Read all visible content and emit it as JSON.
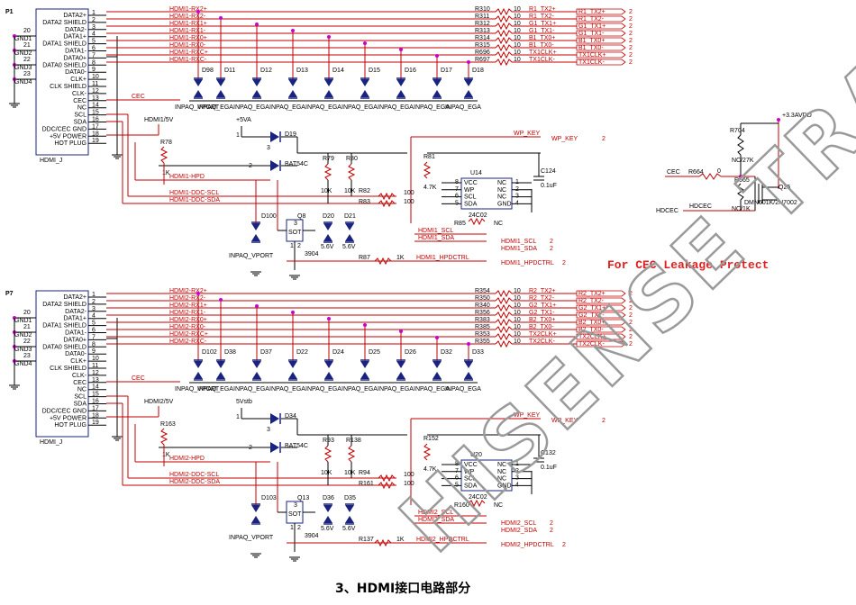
{
  "sections": [
    {
      "connector": "P1",
      "connector_part": "HDMI_J",
      "pin_labels": [
        "DATA2+",
        "DATA2 SHIELD",
        "DATA2-",
        "DATA1+",
        "DATA1 SHIELD",
        "DATA1-",
        "DATA0+",
        "DATA0 SHIELD",
        "DATA0-",
        "CLK+",
        "CLK SHIELD",
        "CLK-",
        "CEC",
        "NC",
        "SCL",
        "SDA",
        "DDC/CEC GND",
        "+5V POWER",
        "HOT PLUG"
      ],
      "gnd_pins": [
        [
          "20",
          "GND1"
        ],
        [
          "21",
          "GND2"
        ],
        [
          "22",
          "GND3"
        ],
        [
          "23",
          "GND4"
        ]
      ],
      "nets": [
        "HDMI1-RX2+",
        "HDMI1-RX2-",
        "HDMI1-RX1+",
        "HDMI1-RX1-",
        "HDMI1-RX0+",
        "HDMI1-RX0-",
        "HDMI1-RXC+",
        "HDMI1-RXC-"
      ],
      "resistors": [
        "R310",
        "R311",
        "R312",
        "R313",
        "R314",
        "R315",
        "R696",
        "R697"
      ],
      "resistor_value": "10",
      "out_nets": [
        "R1_TX2+",
        "R1_TX2-",
        "G1_TX1+",
        "G1_TX1-",
        "B1_TX0+",
        "B1_TX0-",
        "TX1CLK+",
        "TX1CLK-"
      ],
      "sheet_ref": "2",
      "esd": [
        "D98",
        "D11",
        "D12",
        "D13",
        "D14",
        "D15",
        "D16",
        "D17",
        "D18"
      ],
      "esd_labels": [
        "INPAQ_VPORT",
        "INPAQ_EGA",
        "INPAQ_EGA",
        "INPAQ_EGA",
        "INPAQ_EGA",
        "INPAQ_EGA",
        "INPAQ_EGA",
        "INPAQ_EGA",
        "INPAQ_EGA"
      ],
      "cec": "CEC",
      "v5": "HDMI1/5V",
      "v5_src": "+5VA",
      "dual_diode": "D19",
      "dual_diode_part": "BAT54C",
      "r_hpd": "R78",
      "r_hpd_val": "1K",
      "hpd_net": "HDMI1-HPD",
      "ddc_scl": "HDMI1-DDC-SCL",
      "ddc_sda": "HDMI1-DDC-SDA",
      "r_a": "R79",
      "r_b": "R80",
      "r_c": "R82",
      "r_d": "R83",
      "r_e": "R81",
      "r_ab_val": "10K",
      "r_cd_val": "100",
      "r_e_val": "4.7K",
      "eeprom": "U14",
      "eeprom_part": "24C02",
      "eeprom_pins": [
        "VCC",
        "WP",
        "SCL",
        "SDA",
        "NC",
        "NC",
        "NC",
        "GND"
      ],
      "eeprom_pin_nums": [
        "8",
        "7",
        "6",
        "5",
        "1",
        "2",
        "3",
        "4"
      ],
      "cap": "C124",
      "cap_val": "0.1uF",
      "r_nc": "R85",
      "r_nc_val": "NC",
      "wp_net": "WP_KEY",
      "scl_out": "HDMI1_SCL",
      "sda_out": "HDMI1_SDA",
      "hpdctrl": "HDMI1_HPDCTRL",
      "r_hpdctrl": "R87",
      "r_hpdctrl_val": "1K",
      "transistor": "Q8",
      "transistor_part": "3904",
      "sot_label": "SOT",
      "sot_pins": [
        "3",
        "1",
        "2"
      ],
      "zeners": [
        "D20",
        "D21"
      ],
      "zener_val": "5.6V",
      "d_vport": "D100",
      "d_vport_label": "INPAQ_VPORT"
    },
    {
      "connector": "P7",
      "connector_part": "HDMI_J",
      "pin_labels": [
        "DATA2+",
        "DATA2 SHIELD",
        "DATA2-",
        "DATA1+",
        "DATA1 SHIELD",
        "DATA1-",
        "DATA0+",
        "DATA0 SHIELD",
        "DATA0-",
        "CLK+",
        "CLK SHIELD",
        "CLK-",
        "CEC",
        "NC",
        "SCL",
        "SDA",
        "DDC/CEC GND",
        "+5V POWER",
        "HOT PLUG"
      ],
      "gnd_pins": [
        [
          "20",
          "GND1"
        ],
        [
          "21",
          "GND2"
        ],
        [
          "22",
          "GND3"
        ],
        [
          "23",
          "GND4"
        ]
      ],
      "nets": [
        "HDMI2-RX2+",
        "HDMI2-RX2-",
        "HDMI2-RX1+",
        "HDMI2-RX1-",
        "HDMI2-RX0+",
        "HDMI2-RX0-",
        "HDMI2-RXC+",
        "HDMI2-RXC-"
      ],
      "resistors": [
        "R354",
        "R350",
        "R340",
        "R356",
        "R383",
        "R385",
        "R353",
        "R355"
      ],
      "resistor_value": "10",
      "out_nets": [
        "R2_TX2+",
        "R2_TX2-",
        "G2_TX1+",
        "G2_TX1-",
        "B2_TX0+",
        "B2_TX0-",
        "TX2CLK+",
        "TX2CLK-"
      ],
      "sheet_ref": "2",
      "esd": [
        "D102",
        "D38",
        "D37",
        "D22",
        "D24",
        "D25",
        "D26",
        "D32",
        "D33"
      ],
      "esd_labels": [
        "INPAQ_VPORT",
        "INPAQ_EGA",
        "INPAQ_EGA",
        "INPAQ_EGA",
        "INPAQ_EGA",
        "INPAQ_EGA",
        "INPAQ_EGA",
        "INPAQ_EGA",
        "INPAQ_EGA"
      ],
      "cec": "CEC",
      "v5": "HDMI2/5V",
      "v5_src": "5Vstb",
      "dual_diode": "D34",
      "dual_diode_part": "BAT54C",
      "r_hpd": "R163",
      "r_hpd_val": "1K",
      "hpd_net": "HDMI2-HPD",
      "ddc_scl": "HDMI2-DDC-SCL",
      "ddc_sda": "HDMI2-DDC-SDA",
      "r_a": "R93",
      "r_b": "R138",
      "r_c": "R94",
      "r_d": "R161",
      "r_e": "R152",
      "r_ab_val": "10K",
      "r_cd_val": "100",
      "r_e_val": "4.7K",
      "eeprom": "U20",
      "eeprom_part": "24C02",
      "eeprom_pins": [
        "VCC",
        "WP",
        "SCL",
        "SDA",
        "NC",
        "NC",
        "NC",
        "GND"
      ],
      "eeprom_pin_nums": [
        "8",
        "7",
        "6",
        "5",
        "1",
        "2",
        "3",
        "4"
      ],
      "cap": "C132",
      "cap_val": "0.1uF",
      "r_nc": "R160",
      "r_nc_val": "NC",
      "wp_net": "WP_KEY",
      "scl_out": "HDMI2_SCL",
      "sda_out": "HDMI2_SDA",
      "hpdctrl": "HDMI2_HPDCTRL",
      "r_hpdctrl": "R137",
      "r_hpdctrl_val": "1K",
      "transistor": "Q13",
      "transistor_part": "3904",
      "sot_label": "SOT",
      "sot_pins": [
        "3",
        "1",
        "2"
      ],
      "zeners": [
        "D36",
        "D35"
      ],
      "zener_val": "5.6V",
      "d_vport": "D103",
      "d_vport_label": "INPAQ_VPORT"
    }
  ],
  "cec_block": {
    "rail": "+3.3AVDD",
    "r704": "R704",
    "r704_val": "NC/27K",
    "r664": "R664",
    "r664_val": "0",
    "r665": "R665",
    "r665_val": "NC/1K",
    "cec_in": "CEC",
    "hdcec": "HDCEC",
    "q": "Q25",
    "q_part": "DMN601K/2N7002"
  },
  "note": "For CEC Leakage Protect",
  "caption": "3、HDMI接口电路部分",
  "watermark": "HISENSE TRAINING",
  "colors": {
    "wire": "#c00000",
    "node": "#cc00cc",
    "body": "#1a237e",
    "note": "#e02020"
  }
}
